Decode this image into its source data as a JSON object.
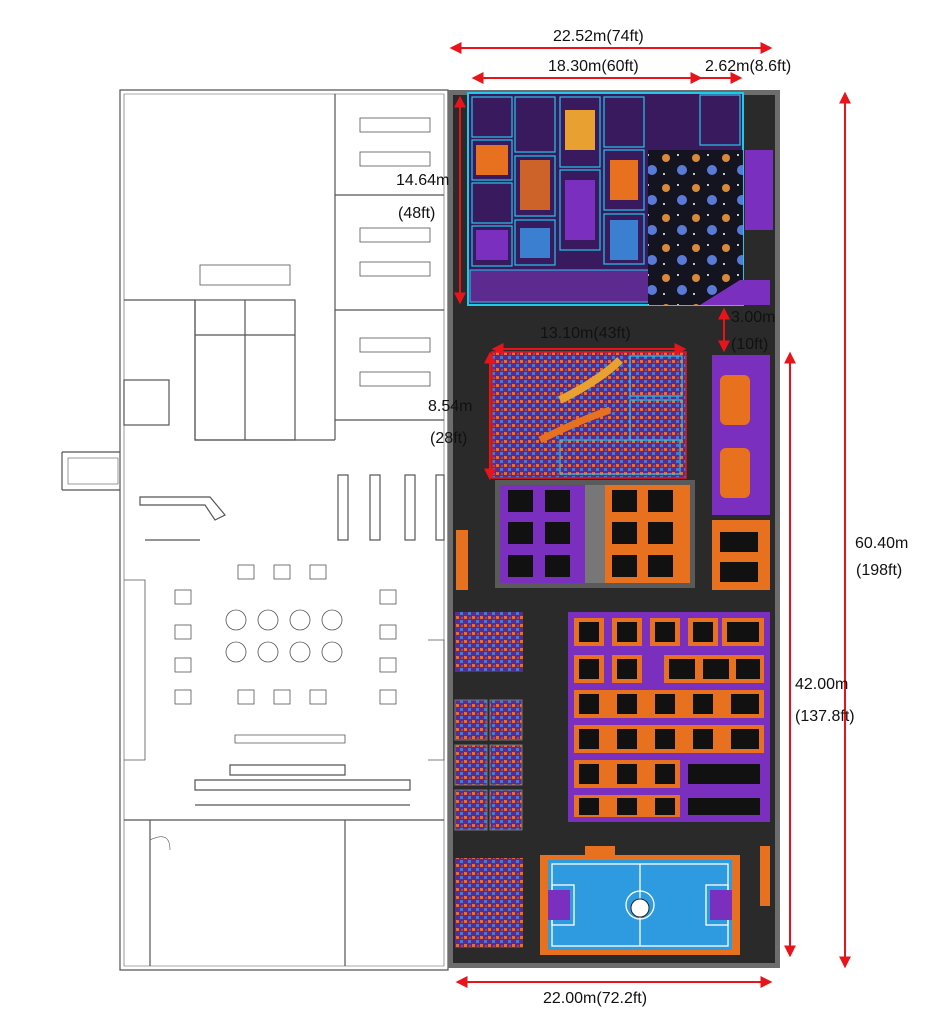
{
  "dimensions": {
    "top_total": "22.52m(74ft)",
    "top_play": "18.30m(60ft)",
    "top_side": "2.62m(8.6ft)",
    "depth_play_m": "14.64m",
    "depth_play_ft": "(48ft)",
    "soft_play_width": "13.10m(43ft)",
    "gap_m": "3.00m",
    "gap_ft": "(10ft)",
    "ninja_depth_m": "8.54m",
    "ninja_depth_ft": "(28ft)",
    "total_length_m": "60.40m",
    "total_length_ft": "(198ft)",
    "park_length_m": "42.00m",
    "park_length_ft": "(137.8ft)",
    "bottom_width": "22.00m(72.2ft)"
  },
  "colors": {
    "purple": "#7b2fbe",
    "orange": "#e8711f",
    "dark_floor": "#2a2a2a",
    "cyan": "#22c8e8",
    "field_blue": "#2e9be0",
    "red_arrow": "#e8141c",
    "wall": "#6d6d6d"
  }
}
